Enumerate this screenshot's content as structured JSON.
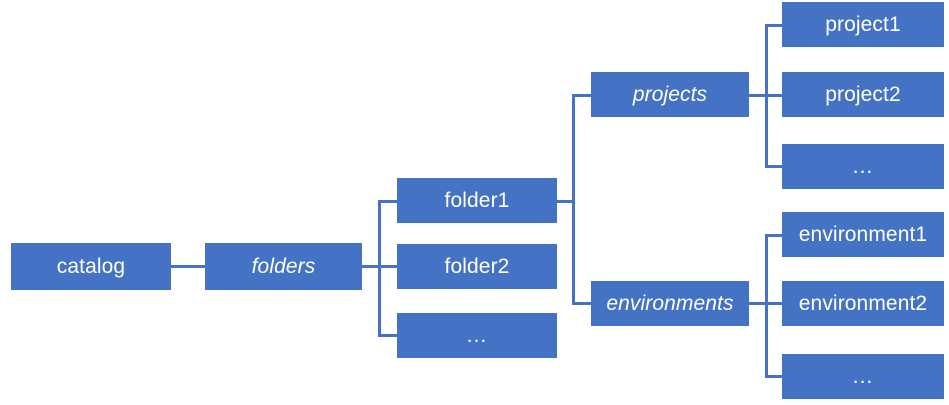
{
  "diagram": {
    "title": "catalog hierarchy tree",
    "type": "tree-diagram",
    "colors": {
      "node_fill": "#4472C4",
      "node_text": "#FFFFFF",
      "connector": "#4472C4",
      "background": "#FFFFFF"
    },
    "nodes": {
      "catalog": {
        "label": "catalog",
        "style": "regular"
      },
      "folders": {
        "label": "folders",
        "style": "italic"
      },
      "folder1": {
        "label": "folder1",
        "style": "regular"
      },
      "folder2": {
        "label": "folder2",
        "style": "regular"
      },
      "folder_more": {
        "label": "...",
        "style": "regular"
      },
      "projects": {
        "label": "projects",
        "style": "italic"
      },
      "project1": {
        "label": "project1",
        "style": "regular"
      },
      "project2": {
        "label": "project2",
        "style": "regular"
      },
      "project_more": {
        "label": "...",
        "style": "regular"
      },
      "environments": {
        "label": "environments",
        "style": "italic"
      },
      "environment1": {
        "label": "environment1",
        "style": "regular"
      },
      "environment2": {
        "label": "environment2",
        "style": "regular"
      },
      "environment_more": {
        "label": "...",
        "style": "regular"
      }
    },
    "edges": [
      {
        "from": "catalog",
        "to": "folders"
      },
      {
        "from": "folders",
        "to": "folder1"
      },
      {
        "from": "folders",
        "to": "folder2"
      },
      {
        "from": "folders",
        "to": "folder_more"
      },
      {
        "from": "folder1",
        "to": "projects"
      },
      {
        "from": "folder1",
        "to": "environments"
      },
      {
        "from": "projects",
        "to": "project1"
      },
      {
        "from": "projects",
        "to": "project2"
      },
      {
        "from": "projects",
        "to": "project_more"
      },
      {
        "from": "environments",
        "to": "environment1"
      },
      {
        "from": "environments",
        "to": "environment2"
      },
      {
        "from": "environments",
        "to": "environment_more"
      }
    ]
  }
}
